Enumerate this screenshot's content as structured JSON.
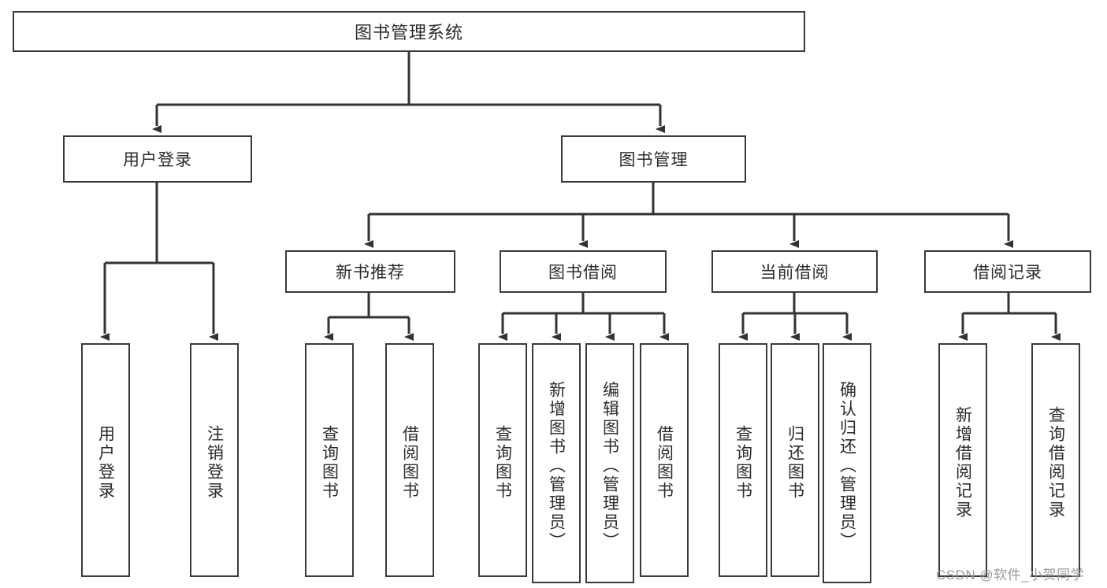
{
  "diagram": {
    "title": "图书管理系统",
    "type": "tree-hierarchy",
    "root": {
      "label": "图书管理系统"
    },
    "level2": [
      {
        "label": "用户登录"
      },
      {
        "label": "图书管理"
      }
    ],
    "level3": [
      {
        "label": "新书推荐"
      },
      {
        "label": "图书借阅"
      },
      {
        "label": "当前借阅"
      },
      {
        "label": "借阅记录"
      }
    ],
    "leaves": {
      "user_login": [
        {
          "label": "用户登录"
        },
        {
          "label": "注销登录"
        }
      ],
      "new_book_recommend": [
        {
          "label": "查询图书"
        },
        {
          "label": "借阅图书"
        }
      ],
      "book_borrow": [
        {
          "label": "查询图书"
        },
        {
          "label": "新增图书（管理员）"
        },
        {
          "label": "编辑图书（管理员）"
        },
        {
          "label": "借阅图书"
        }
      ],
      "current_borrow": [
        {
          "label": "查询图书"
        },
        {
          "label": "归还图书"
        },
        {
          "label": "确认归还（管理员）"
        }
      ],
      "borrow_record": [
        {
          "label": "新增借阅记录"
        },
        {
          "label": "查询借阅记录"
        }
      ]
    }
  },
  "watermark": {
    "text": "CSDN @软件_小贺同学"
  },
  "colors": {
    "background": "#ffffff",
    "box_border": "#3a3a3a",
    "connector": "#333333",
    "text": "#2b2b2b",
    "watermark": "#9a9a9a"
  }
}
